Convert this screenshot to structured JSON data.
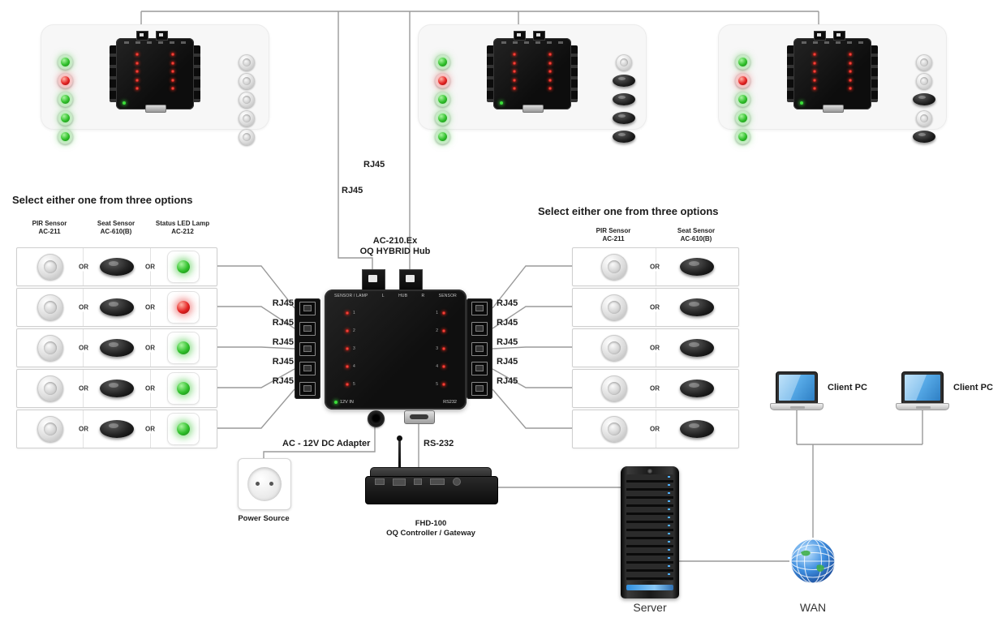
{
  "labels": {
    "rj45": "RJ45",
    "or": "OR",
    "select_option_title": "Select either one from three options",
    "adapter": "AC - 12V DC Adapter",
    "rs232_cable": "RS-232",
    "power_source": "Power Source",
    "server": "Server",
    "wan": "WAN",
    "client_pc": "Client PC"
  },
  "hub": {
    "caption_line1": "AC-210.Ex",
    "caption_line2": "OQ HYBRID Hub",
    "face": {
      "top_labels": [
        "SENSOR / LAMP",
        "L",
        "HUB",
        "R",
        "SENSOR"
      ],
      "channel_numbers": [
        "1",
        "2",
        "3",
        "4",
        "5"
      ],
      "power_label": "12V IN",
      "serial_label": "RS232"
    }
  },
  "gateway": {
    "caption_line1": "FHD-100",
    "caption_line2": "OQ Controller / Gateway"
  },
  "options_left": {
    "headers": [
      {
        "line1": "PIR Sensor",
        "line2": "AC-211"
      },
      {
        "line1": "Seat Sensor",
        "line2": "AC-610(B)"
      },
      {
        "line1": "Status LED Lamp",
        "line2": "AC-212"
      }
    ],
    "rows": [
      {
        "sensor1": "dome",
        "sensor2": "seat",
        "led": "green"
      },
      {
        "sensor1": "dome",
        "sensor2": "seat",
        "led": "red"
      },
      {
        "sensor1": "dome",
        "sensor2": "seat",
        "led": "green"
      },
      {
        "sensor1": "dome",
        "sensor2": "seat",
        "led": "green"
      },
      {
        "sensor1": "dome",
        "sensor2": "seat",
        "led": "green"
      }
    ]
  },
  "options_right": {
    "headers": [
      {
        "line1": "PIR Sensor",
        "line2": "AC-211"
      },
      {
        "line1": "Seat Sensor",
        "line2": "AC-610(B)"
      }
    ],
    "rows": [
      {
        "sensor1": "dome",
        "sensor2": "seat"
      },
      {
        "sensor1": "dome",
        "sensor2": "seat"
      },
      {
        "sensor1": "dome",
        "sensor2": "seat"
      },
      {
        "sensor1": "dome",
        "sensor2": "seat"
      },
      {
        "sensor1": "dome",
        "sensor2": "seat"
      }
    ]
  },
  "panels": [
    {
      "leds": [
        "green",
        "red",
        "green",
        "green",
        "green"
      ],
      "sensors": [
        "dome",
        "dome",
        "dome",
        "dome",
        "dome"
      ]
    },
    {
      "leds": [
        "green",
        "red",
        "green",
        "green",
        "green"
      ],
      "sensors": [
        "dome",
        "seat",
        "seat",
        "seat",
        "seat"
      ]
    },
    {
      "leds": [
        "green",
        "red",
        "green",
        "green",
        "green"
      ],
      "sensors": [
        "dome",
        "dome",
        "seat",
        "dome",
        "seat"
      ]
    }
  ],
  "colors": {
    "led_green": "#2fbf2a",
    "led_red": "#e32222",
    "wire": "#9a9a9a",
    "screen_blue": "#58abe8",
    "globe_blue": "#3f8fe0"
  }
}
